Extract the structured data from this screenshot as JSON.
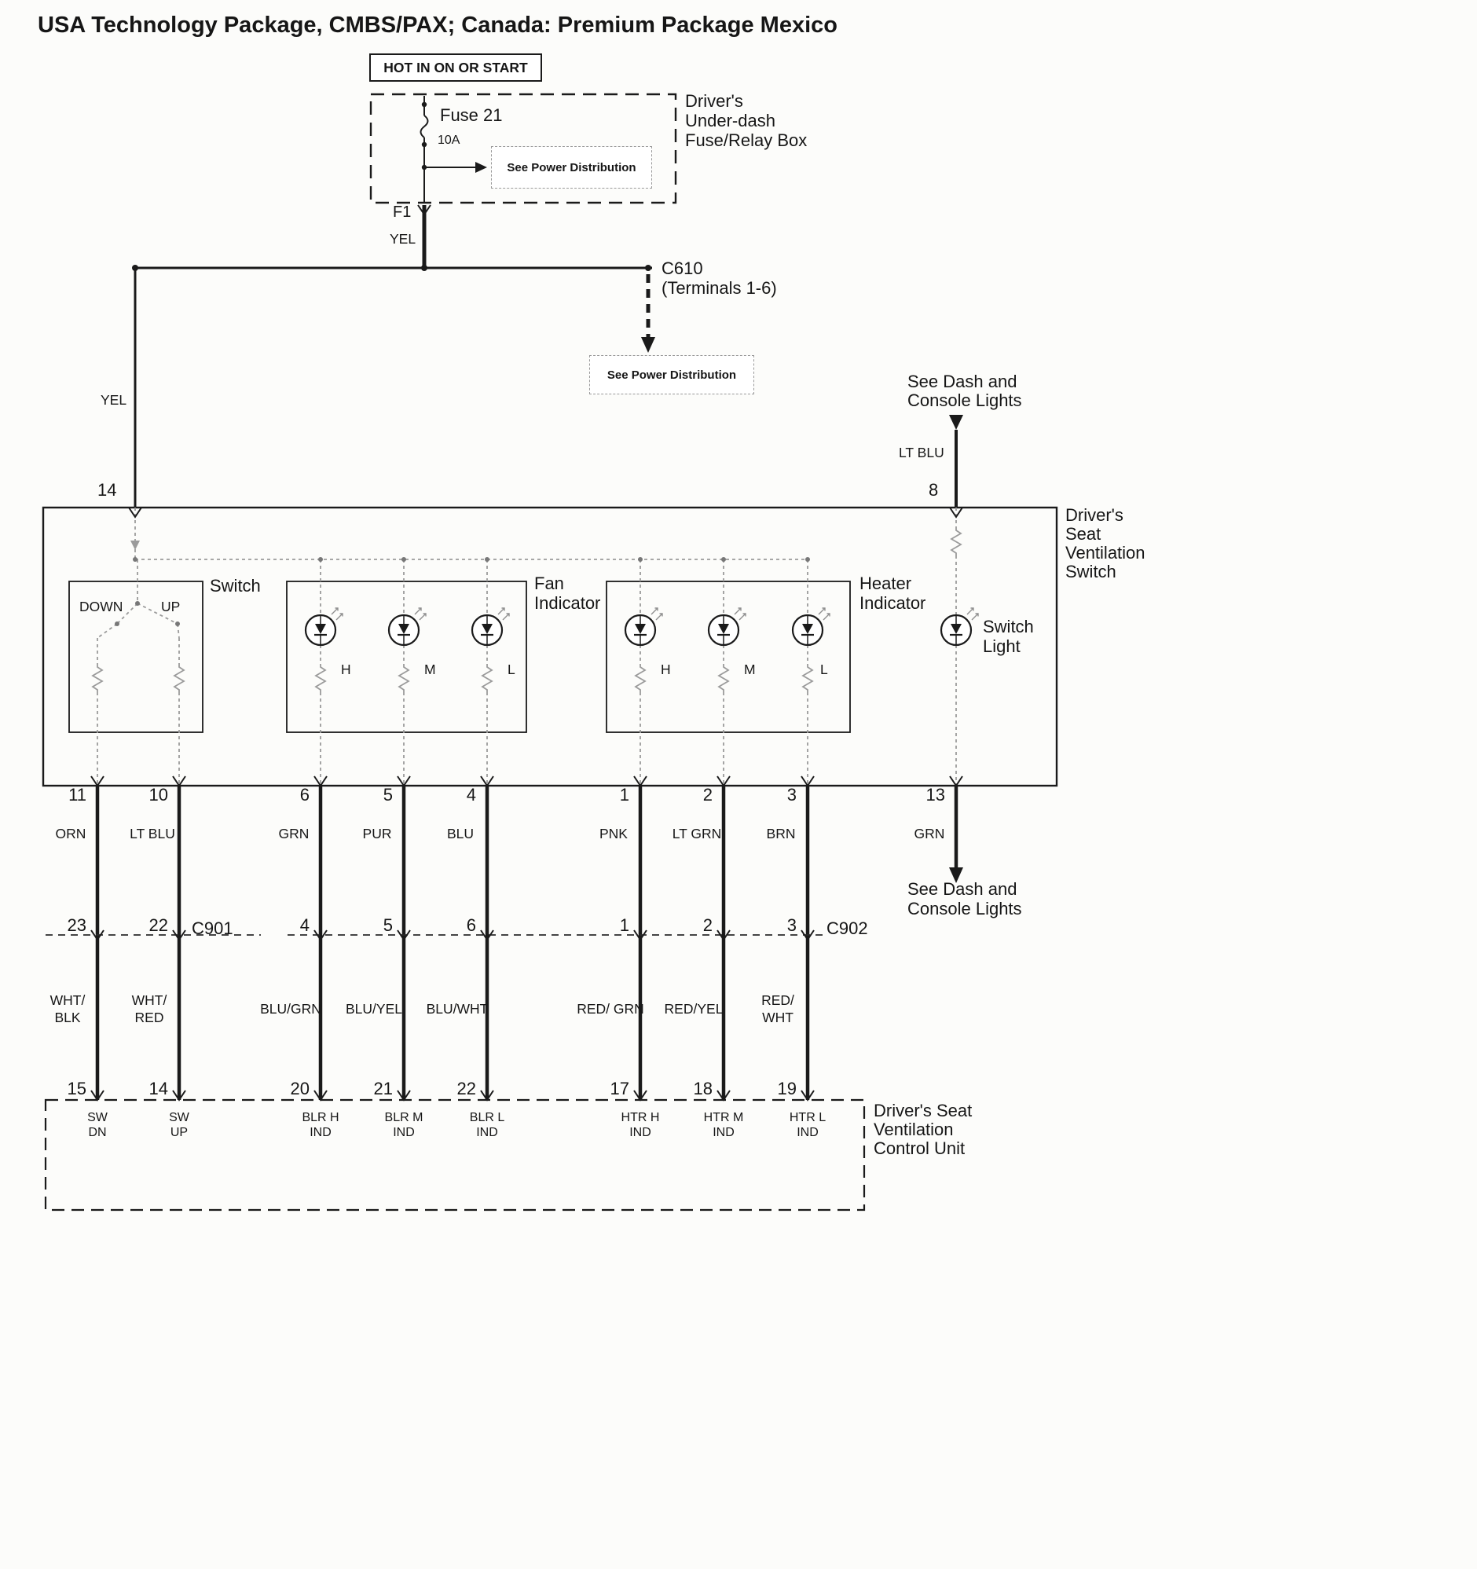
{
  "title": "USA Technology Package, CMBS/PAX;  Canada: Premium Package  Mexico",
  "palette": {
    "line": "#1a1a1a",
    "muted_line": "#9b9b9b"
  },
  "power": {
    "hot_label": "HOT IN ON OR START",
    "fuse_name": "Fuse 21",
    "fuse_rating": "10A",
    "see_power_inner": "See Power Distribution",
    "fuse_box_name": [
      "Driver's",
      "Under-dash",
      "Fuse/Relay Box"
    ],
    "connector": "F1",
    "wire_color": "YEL",
    "c610": "C610",
    "c610_terminals": "(Terminals 1-6)",
    "see_power_outer": "See Power Distribution"
  },
  "left_feed": {
    "wire_color": "YEL",
    "pin": "14"
  },
  "right_feed": {
    "note": [
      "See Dash and",
      "Console Lights"
    ],
    "wire_color": "LT BLU",
    "pin": "8"
  },
  "switch_unit": {
    "name": [
      "Driver's",
      "Seat",
      "Ventilation",
      "Switch"
    ],
    "switch_label": "Switch",
    "down": "DOWN",
    "up": "UP",
    "fan_label": [
      "Fan",
      "Indicator"
    ],
    "fan_leds": [
      "H",
      "M",
      "L"
    ],
    "heater_label": [
      "Heater",
      "Indicator"
    ],
    "heater_leds": [
      "H",
      "M",
      "L"
    ],
    "switch_light": [
      "Switch",
      "Light"
    ]
  },
  "harness": {
    "pins_top": [
      "11",
      "10",
      "6",
      "5",
      "4",
      "1",
      "2",
      "3"
    ],
    "colors_top": [
      "ORN",
      "LT BLU",
      "GRN",
      "PUR",
      "BLU",
      "PNK",
      "LT GRN",
      "BRN"
    ],
    "pin_13": "13",
    "color_13": "GRN",
    "see_dash_note": [
      "See Dash and",
      "Console Lights"
    ],
    "c901": "C901",
    "c902": "C902",
    "pins_mid": [
      "23",
      "22",
      "4",
      "5",
      "6",
      "1",
      "2",
      "3"
    ],
    "colors_bottom": [
      [
        "WHT/",
        "BLK"
      ],
      [
        "WHT/",
        "RED"
      ],
      [
        "BLU/GRN"
      ],
      [
        "BLU/YEL"
      ],
      [
        "BLU/WHT"
      ],
      [
        "RED/ GRN"
      ],
      [
        "RED/YEL"
      ],
      [
        "RED/",
        "WHT"
      ]
    ],
    "pins_bottom": [
      "15",
      "14",
      "20",
      "21",
      "22",
      "17",
      "18",
      "19"
    ]
  },
  "control_unit": {
    "name": [
      "Driver's Seat",
      "Ventilation",
      "Control Unit"
    ],
    "terminals": [
      [
        "SW",
        "DN"
      ],
      [
        "SW",
        "UP"
      ],
      [
        "BLR H",
        "IND"
      ],
      [
        "BLR M",
        "IND"
      ],
      [
        "BLR L",
        "IND"
      ],
      [
        "HTR H",
        "IND"
      ],
      [
        "HTR M",
        "IND"
      ],
      [
        "HTR L",
        "IND"
      ]
    ]
  }
}
